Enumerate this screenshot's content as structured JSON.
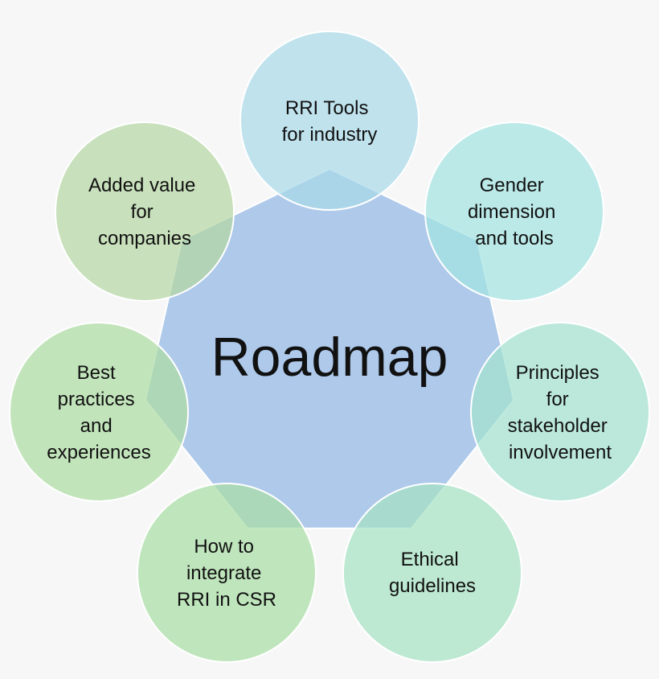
{
  "center": {
    "label": "Roadmap",
    "color": "#aec9ea"
  },
  "nodes": [
    {
      "id": "rri-tools",
      "lines": [
        "RRI Tools",
        "for industry"
      ],
      "color": "#a9d9e9"
    },
    {
      "id": "gender-dimension",
      "lines": [
        "Gender",
        "dimension",
        "and tools"
      ],
      "color": "#a4e3e2"
    },
    {
      "id": "stakeholder-principles",
      "lines": [
        "Principles",
        "for",
        "stakeholder",
        "involvement"
      ],
      "color": "#a3e2ce"
    },
    {
      "id": "ethical-guidelines",
      "lines": [
        "Ethical",
        "guidelines"
      ],
      "color": "#a6e2c3"
    },
    {
      "id": "integrate-rri-csr",
      "lines": [
        "How to",
        "integrate",
        "RRI in CSR"
      ],
      "color": "#a9dea5"
    },
    {
      "id": "best-practices",
      "lines": [
        "Best",
        "practices",
        "and",
        "experiences"
      ],
      "color": "#addca4"
    },
    {
      "id": "added-value",
      "lines": [
        "Added value",
        "for",
        "companies"
      ],
      "color": "#b6d7a3"
    }
  ],
  "colors": {
    "background": "#f7f7f7",
    "circle_stroke": "#ffffff",
    "text": "#111111"
  }
}
